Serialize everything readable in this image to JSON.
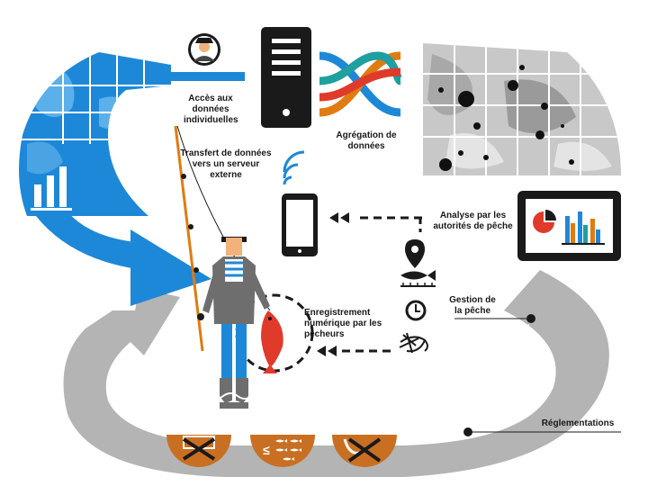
{
  "labels": {
    "access": "Accès aux données individuelles",
    "aggregation": "Agrégation de données",
    "transfer": "Transfert de données vers un serveur externe",
    "analysis": "Analyse par les autorités de pêche",
    "recording": "Enregistrement numérique par les pêcheurs",
    "management": "Gestion de la pêche",
    "regulations": "Réglementations"
  },
  "colors": {
    "blue": "#1e88d8",
    "dark": "#1a1a1a",
    "orange": "#e07b10",
    "red": "#e03a2a",
    "grey": "#b4b4b4",
    "teal": "#1e9fa0",
    "circle_fill": "#c96f22"
  },
  "icons": [
    "user-avatar-icon",
    "server-icon",
    "smartphone-icon",
    "wifi-icon",
    "location-pin-icon",
    "fish-measure-icon",
    "clock-icon",
    "fishing-fly-icon",
    "monitor-chart-icon",
    "bar-chart-icon",
    "size-limit-icon",
    "bag-limit-icon",
    "closed-season-icon"
  ]
}
